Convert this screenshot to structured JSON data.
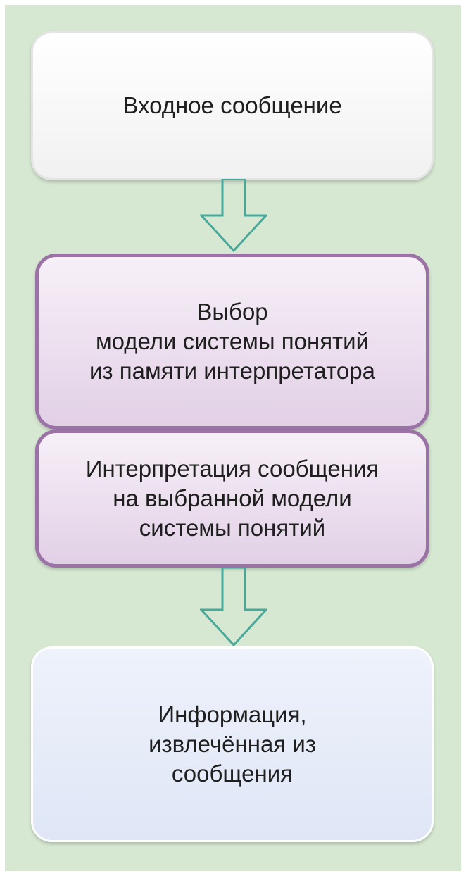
{
  "diagram": {
    "steps": [
      {
        "label": "Входное сообщение"
      },
      {
        "label": "Выбор\nмодели системы понятий\nиз памяти интерпретатора"
      },
      {
        "label": "Интерпретация сообщения\nна выбранной модели\nсистемы понятий"
      },
      {
        "label": "Информация,\nизвлечённая из\nсообщения"
      }
    ],
    "colors": {
      "background": "#d6e8d2",
      "arrow_stroke": "#4aa89a",
      "process_border": "#9b72a6",
      "process_fill": "#e2d0e6",
      "output_fill": "#dfe6f6"
    }
  }
}
